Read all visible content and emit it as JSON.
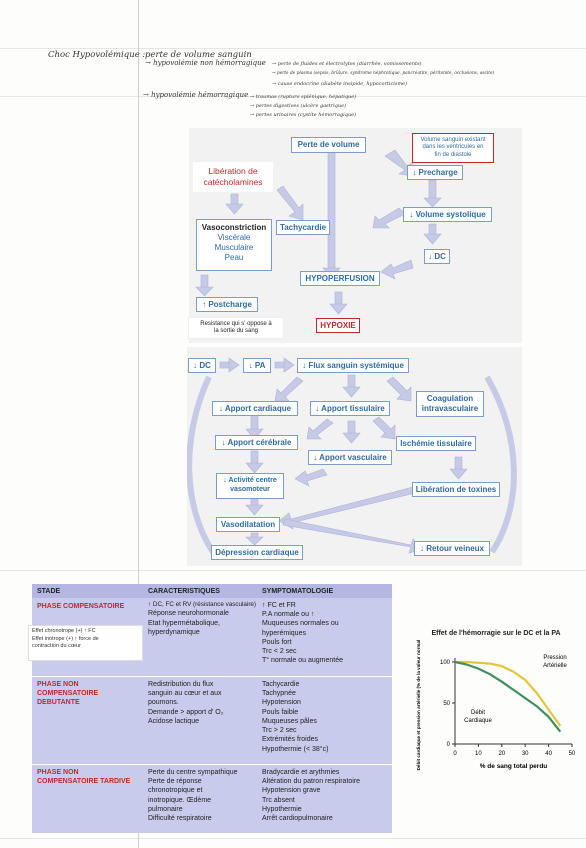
{
  "notes": {
    "title": "Choc Hypovolémique :",
    "definition": "perte de volume sanguin",
    "hypo_non_hemo": "→ hypovolémie non hémorragique",
    "nh_1": "→ perte de fluides et électrolytes (diarrhée, vomissements)",
    "nh_2": "→ perte de plasma (sepsis, brûlure, syndrome néphrotique, pancréatite, péritonite, occlusions, ascite)",
    "nh_3": "→ cause endocrine (diabète insipide, hypocorticisme)",
    "hypo_hemo": "→ hypovolémie hémorragique",
    "h_1": "→ traumas (rupture splénique, hépatique)",
    "h_2": "→ pertes digestives (ulcère gastrique)",
    "h_3": "→ pertes urinaires (cystite hémorragique)"
  },
  "flow1": {
    "perte_volume": "Perte de volume",
    "volume_note": [
      "Volume sanguin existant",
      "dans les ventricules en",
      "fin de diastole"
    ],
    "liberation": [
      "Libération de",
      "catécholamines"
    ],
    "precharge": "↓ Precharge",
    "volume_systolique": "↓ Volume systolique",
    "vasoconstriction": "Vasoconstriction",
    "viscerale": "Viscérale",
    "musculaire": "Musculaire",
    "peau": "Peau",
    "tachycardie": "Tachycardie",
    "dc": "↓ DC",
    "hypoperfusion": "HYPOPERFUSION",
    "postcharge": "↑ Postcharge",
    "resistance_note": [
      "Resistance qui s' oppose à",
      "la sortie du sang"
    ],
    "hypoxie": "HYPOXIE"
  },
  "flow2": {
    "dc": "↓ DC",
    "pa": "↓ PA",
    "flux": "↓ Flux sanguin systémique",
    "apport_cardiaque": "↓ Apport cardiaque",
    "apport_tissulaire": "↓ Apport tissulaire",
    "coagulation": [
      "Coagulation",
      "intravasculaire"
    ],
    "apport_cerebral": "↓ Apport cérébrale",
    "ischemie": "Ischémie tissulaire",
    "apport_vasculaire": "↓ Apport vasculaire",
    "activite": [
      "↓ Activité centre",
      "vasomoteur"
    ],
    "liberation_toxines": "Libération de toxines",
    "vasodilatation": "Vasodilatation",
    "depression": "Dépression cardiaque",
    "retour": "↓ Retour veineux"
  },
  "table": {
    "headers": [
      "STADE",
      "CARACTERISTIQUES",
      "SYMPTOMATOLOGIE"
    ],
    "rows": [
      {
        "stage": "PHASE COMPENSATOIRE",
        "char": [
          "↑ DC, FC et RV (résistance vasculaire)",
          "Réponse neurohormonale",
          "Etat hypermétabolique,",
          "hyperdynamique"
        ],
        "symp": [
          "↑ FC et FR",
          "P.A normale ou ↑",
          "Muqueuses normales ou",
          "hyperémiques",
          "Pouls fort",
          "Trc < 2 sec",
          "T° normale ou augmentée"
        ]
      },
      {
        "stage": [
          "PHASE NON",
          "COMPENSATOIRE",
          "DEBUTANTE"
        ],
        "char": [
          "Redistribution du flux",
          "sanguin au cœur et aux",
          "poumons.",
          "Demande > apport d' O₂",
          "Acidose lactique"
        ],
        "symp": [
          "Tachycardie",
          "Tachypnée",
          "Hypotension",
          "Pouls faible",
          "Muqueuses pâles",
          "Trc > 2 sec",
          "Extrémités froides",
          "Hypothermie (< 38°c)"
        ]
      },
      {
        "stage": [
          "PHASE NON",
          "COMPENSATOIRE TARDIVE"
        ],
        "char": [
          "Perte du centre sympathique",
          "Perte de réponse",
          "chronotropique et",
          "inotropique. Œdème",
          "pulmonaire",
          "Difficulté respiratoire"
        ],
        "symp": [
          "Bradycardie et arythmies",
          "Altération du patron respiratoire",
          "Hypotension grave",
          "Trc absent",
          "Hypothermie",
          "Arrêt cardiopulmonaire"
        ]
      }
    ],
    "note": [
      "Effet chronotrope (+) ↑ FC",
      "Effet inotrope (+) ↑ force de",
      "contraction du cœur"
    ]
  },
  "chart_data": {
    "type": "line",
    "title": "Effet de l'hémorragie sur le DC et la PA",
    "xlabel": "% de sang total perdu",
    "ylabel": "Débit cardiaque et pression artérielle (% de la valeur normale)",
    "xlim": [
      0,
      50
    ],
    "ylim": [
      0,
      100
    ],
    "xticks": [
      0,
      10,
      20,
      30,
      40,
      50
    ],
    "yticks": [
      0,
      50,
      100
    ],
    "series": [
      {
        "name": "Pression Artérielle",
        "color": "#e2c53a",
        "x": [
          0,
          5,
          10,
          15,
          20,
          25,
          30,
          35,
          40,
          45
        ],
        "y": [
          100,
          100,
          99,
          98,
          95,
          88,
          78,
          62,
          42,
          22
        ]
      },
      {
        "name": "Débit Cardiaque",
        "color": "#3f8f5e",
        "x": [
          0,
          5,
          10,
          15,
          20,
          25,
          30,
          35,
          40,
          45
        ],
        "y": [
          100,
          97,
          92,
          85,
          76,
          66,
          56,
          46,
          33,
          15
        ]
      }
    ],
    "annotations": [
      "Pression",
      "Artérielle",
      "Débit",
      "Cardiaque"
    ]
  }
}
